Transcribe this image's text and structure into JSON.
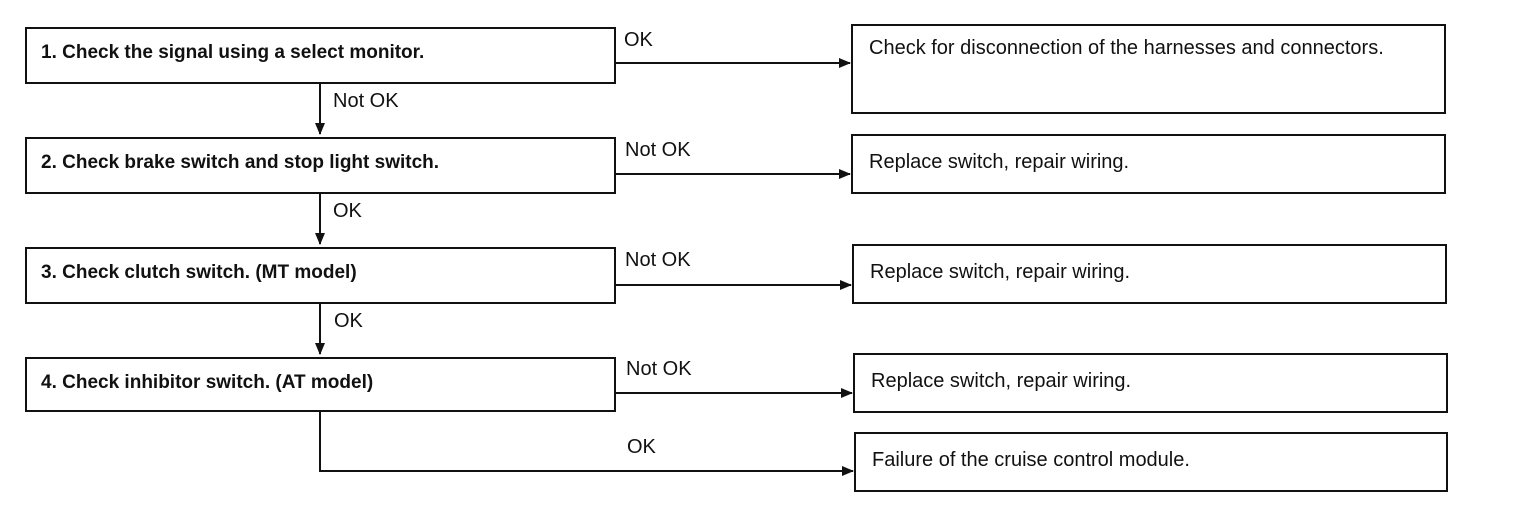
{
  "steps": [
    {
      "label": "1.  Check the signal using a select monitor."
    },
    {
      "label": "2.  Check brake switch and stop light switch."
    },
    {
      "label": "3.  Check clutch switch. (MT model)"
    },
    {
      "label": "4.  Check inhibitor switch. (AT model)"
    }
  ],
  "results": [
    {
      "label": "Check for disconnection of the harnesses and connectors."
    },
    {
      "label": "Replace switch, repair wiring."
    },
    {
      "label": "Replace switch, repair wiring."
    },
    {
      "label": "Replace switch, repair wiring."
    },
    {
      "label": "Failure of the cruise control module."
    }
  ],
  "branch_labels": {
    "s1_right": "OK",
    "s1_down": "Not OK",
    "s2_right": "Not OK",
    "s2_down": "OK",
    "s3_right": "Not OK",
    "s3_down": "OK",
    "s4_right": "Not OK",
    "s4_down": "OK"
  },
  "colors": {
    "line": "#111111",
    "background": "#ffffff"
  }
}
